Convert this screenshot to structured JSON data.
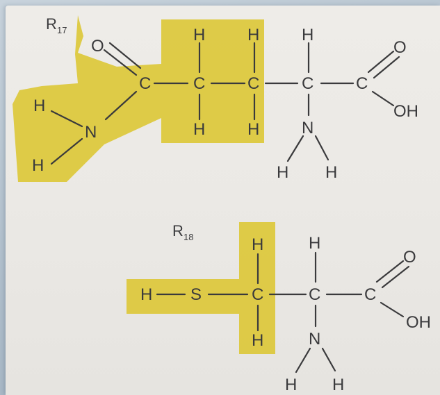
{
  "colors": {
    "highlight": "#dcc83a",
    "ink": "#3a3a3c",
    "paper": "#ebe9e5",
    "background": "#b8c6d2"
  },
  "molecules": [
    {
      "label_prefix": "R",
      "label_number": "17",
      "atoms": {
        "o_carbonyl": "O",
        "c_amide": "C",
        "n_amide": "N",
        "h_n1": "H",
        "h_n2": "H",
        "c_beta": "C",
        "h_beta_top": "H",
        "h_beta_bottom": "H",
        "c_gamma": "C",
        "h_gamma_top": "H",
        "h_gamma_bottom": "H",
        "c_alpha": "C",
        "h_alpha": "H",
        "n_amine": "N",
        "h_amine1": "H",
        "h_amine2": "H",
        "c_carboxyl": "C",
        "o_carboxyl": "O",
        "oh": "OH"
      }
    },
    {
      "label_prefix": "R",
      "label_number": "18",
      "atoms": {
        "h_thiol": "H",
        "s": "S",
        "c_beta": "C",
        "h_beta_top": "H",
        "h_beta_bottom": "H",
        "c_alpha": "C",
        "h_alpha": "H",
        "n_amine": "N",
        "h_amine1": "H",
        "h_amine2": "H",
        "c_carboxyl": "C",
        "o_carboxyl": "O",
        "oh": "OH"
      }
    }
  ]
}
